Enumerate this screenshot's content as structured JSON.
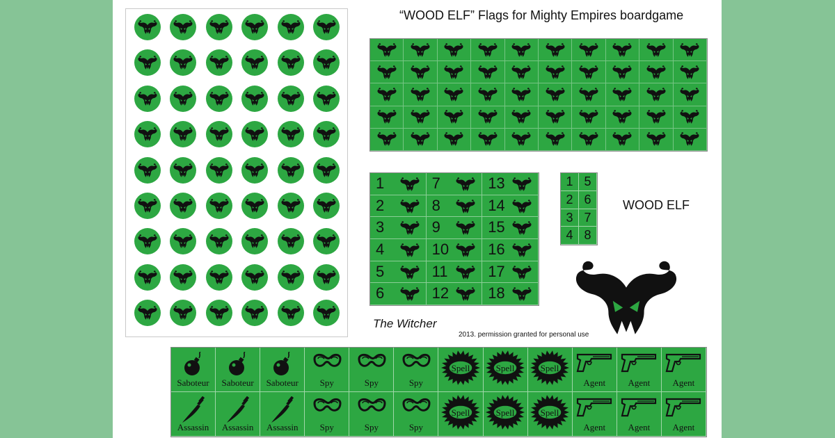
{
  "title": "“WOOD ELF” Flags for Mighty Empires boardgame",
  "faction_label": "WOOD ELF",
  "source_label": "The Witcher",
  "credit": "2013. permission granted for personal use",
  "colors": {
    "token_green": "#2da742",
    "side_green": "#86c496",
    "ink": "#111111"
  },
  "emblem_icon": "wood-elf-emblem-icon",
  "circle_tokens": {
    "rows": 9,
    "cols": 6
  },
  "flag_strip": {
    "rows": 5,
    "cols": 10
  },
  "numbered_counters": [
    [
      "1",
      "7",
      "13"
    ],
    [
      "2",
      "8",
      "14"
    ],
    [
      "3",
      "9",
      "15"
    ],
    [
      "4",
      "10",
      "16"
    ],
    [
      "5",
      "11",
      "17"
    ],
    [
      "6",
      "12",
      "18"
    ]
  ],
  "small_counters": [
    [
      "1",
      "5"
    ],
    [
      "2",
      "6"
    ],
    [
      "3",
      "7"
    ],
    [
      "4",
      "8"
    ]
  ],
  "unit_counters": [
    [
      {
        "label": "Saboteur",
        "icon": "bomb-icon"
      },
      {
        "label": "Saboteur",
        "icon": "bomb-icon"
      },
      {
        "label": "Saboteur",
        "icon": "bomb-icon"
      },
      {
        "label": "Spy",
        "icon": "goggles-icon"
      },
      {
        "label": "Spy",
        "icon": "goggles-icon"
      },
      {
        "label": "Spy",
        "icon": "goggles-icon"
      },
      {
        "label": "",
        "icon": "spell-burst-icon",
        "badge": "Spell"
      },
      {
        "label": "",
        "icon": "spell-burst-icon",
        "badge": "Spell"
      },
      {
        "label": "",
        "icon": "spell-burst-icon",
        "badge": "Spell"
      },
      {
        "label": "Agent",
        "icon": "pistol-icon"
      },
      {
        "label": "Agent",
        "icon": "pistol-icon"
      },
      {
        "label": "Agent",
        "icon": "pistol-icon"
      }
    ],
    [
      {
        "label": "Assassin",
        "icon": "dagger-icon"
      },
      {
        "label": "Assassin",
        "icon": "dagger-icon"
      },
      {
        "label": "Assassin",
        "icon": "dagger-icon"
      },
      {
        "label": "Spy",
        "icon": "goggles-icon"
      },
      {
        "label": "Spy",
        "icon": "goggles-icon"
      },
      {
        "label": "Spy",
        "icon": "goggles-icon"
      },
      {
        "label": "",
        "icon": "spell-burst-icon",
        "badge": "Spell"
      },
      {
        "label": "",
        "icon": "spell-burst-icon",
        "badge": "Spell"
      },
      {
        "label": "",
        "icon": "spell-burst-icon",
        "badge": "Spell"
      },
      {
        "label": "Agent",
        "icon": "pistol-icon"
      },
      {
        "label": "Agent",
        "icon": "pistol-icon"
      },
      {
        "label": "Agent",
        "icon": "pistol-icon"
      }
    ]
  ]
}
